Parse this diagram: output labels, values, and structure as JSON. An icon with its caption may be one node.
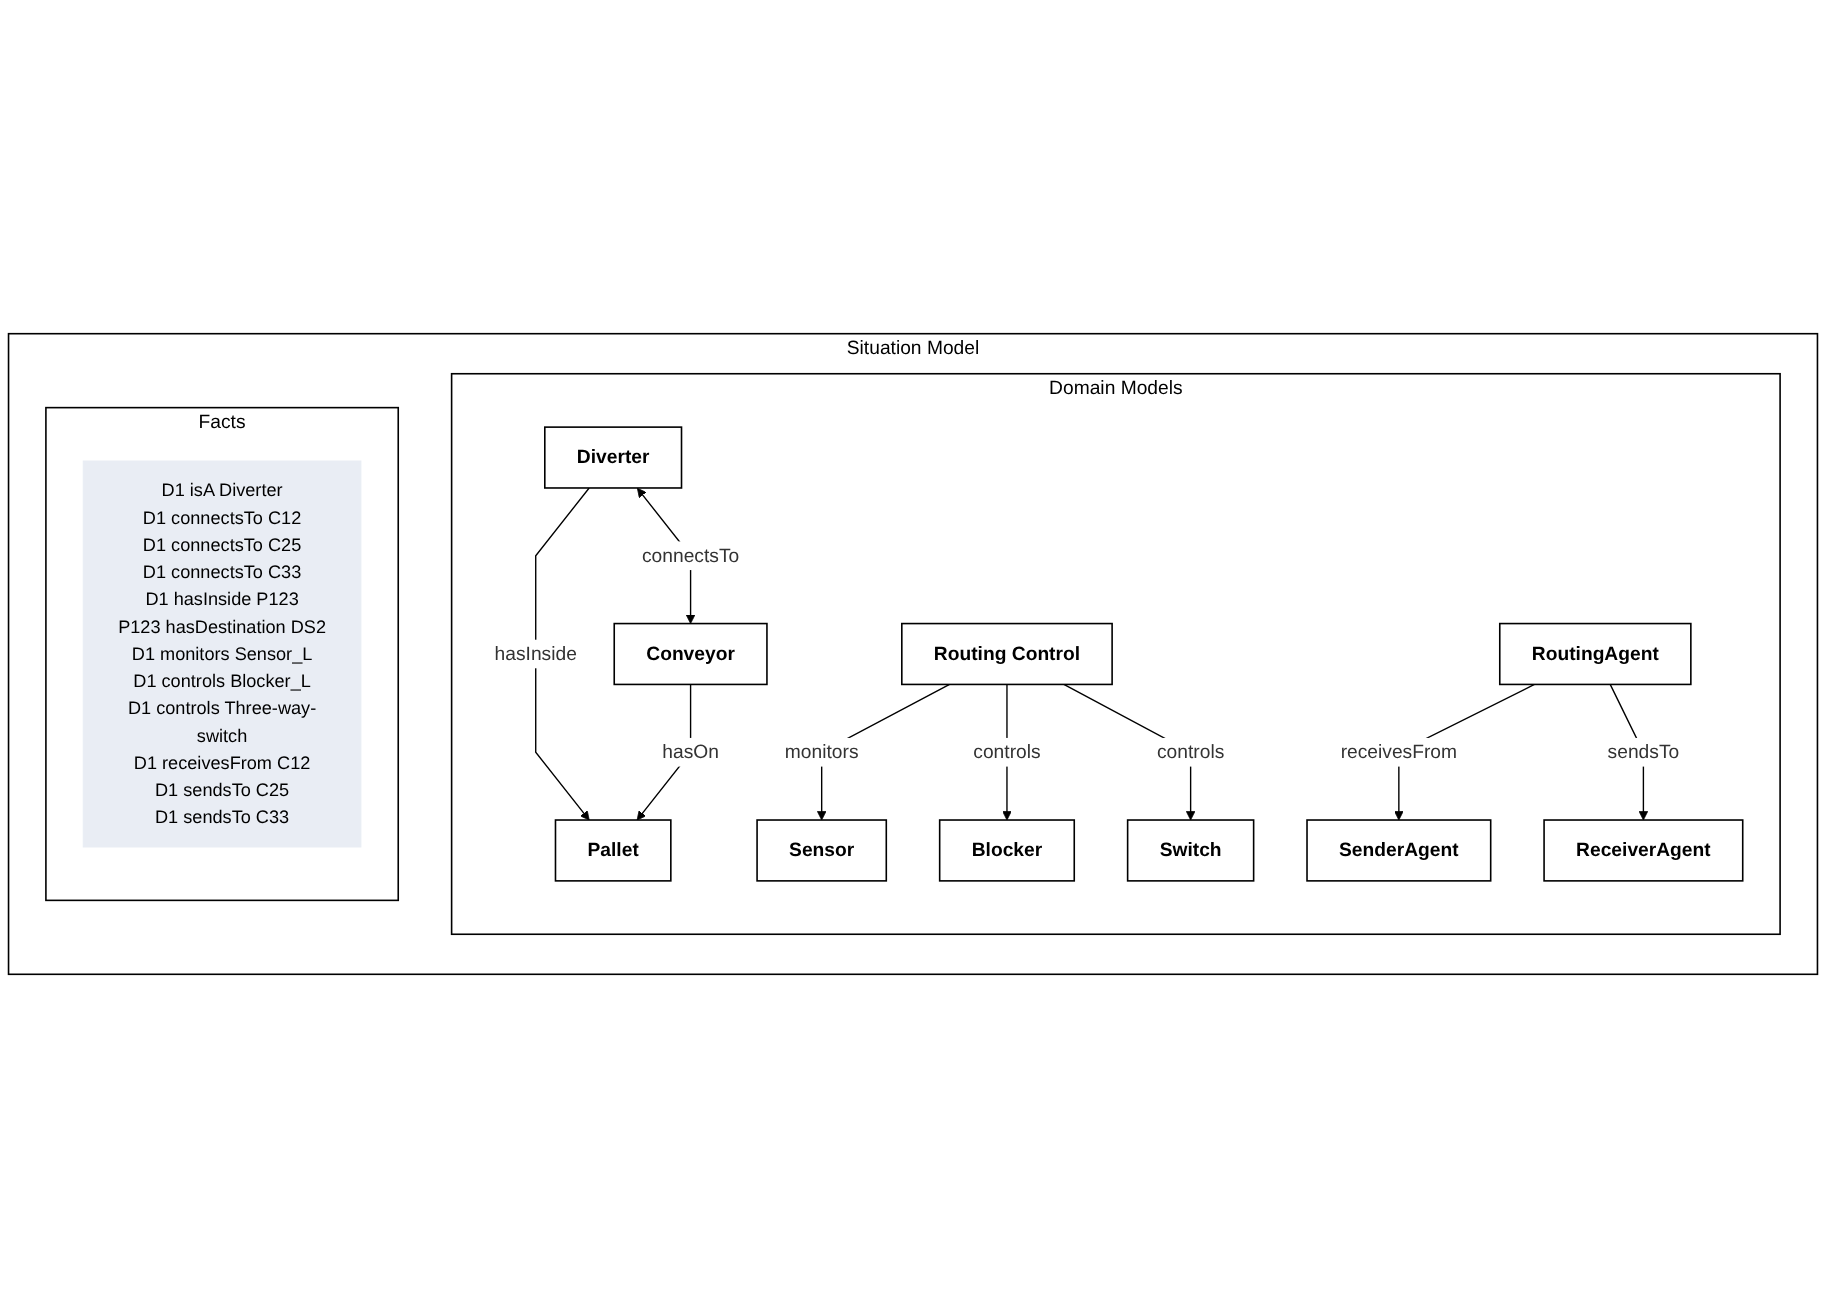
{
  "diagram": {
    "nodes": [
      {
        "text": [
          "Situation Model"
        ]
      },
      {
        "text": [
          "Domain Models"
        ],
        "in": 0
      },
      {
        "text": [
          "Diverter"
        ],
        "in": 1
      },
      {
        "text": [
          "Conveyor"
        ],
        "in": 1
      },
      {
        "text": [
          "Pallet"
        ],
        "in": 1
      },
      {
        "text": [
          "Routing Control"
        ],
        "in": 1
      },
      {
        "text": [
          "Sensor"
        ],
        "in": 1
      },
      {
        "text": [
          "Blocker"
        ],
        "in": 1
      },
      {
        "text": [
          "Switch"
        ],
        "in": 1
      },
      {
        "text": [
          "SenderAgent"
        ],
        "in": 1
      },
      {
        "text": [
          "RoutingAgent"
        ],
        "in": 1
      },
      {
        "text": [
          "ReceiverAgent"
        ],
        "in": 1
      },
      {
        "text": [
          "Facts"
        ],
        "in": 0
      },
      {
        "text": [
          "D1 isA Diverter",
          "D1 connectsTo C12",
          "D1 connectsTo C25",
          "D1 connectsTo C33",
          "D1 hasInside P123",
          "P123 hasDestination DS2",
          "D1 monitors Sensor_L",
          "D1 controls Blocker_L",
          "D1 controls Three-way-switch",
          "D1 receivesFrom C12",
          "D1 sendsTo C25",
          "D1 sendsTo C33"
        ],
        "in": 12
      }
    ],
    "edges": [
      {
        "from": 2,
        "to": 3,
        "label": "connectsTo",
        "arrow": "both"
      },
      {
        "from": 2,
        "to": 4,
        "label": "hasInside",
        "arrow": "to"
      },
      {
        "from": 3,
        "to": 4,
        "label": "hasOn",
        "arrow": "to"
      },
      {
        "from": 5,
        "to": 6,
        "label": "monitors",
        "arrow": "to"
      },
      {
        "from": 5,
        "to": 7,
        "label": "controls",
        "arrow": "to"
      },
      {
        "from": 5,
        "to": 8,
        "label": "controls",
        "arrow": "to"
      },
      {
        "from": 10,
        "to": 9,
        "label": "receivesFrom",
        "arrow": "to"
      },
      {
        "from": 10,
        "to": 11,
        "label": "sendsTo",
        "arrow": "to"
      }
    ]
  }
}
